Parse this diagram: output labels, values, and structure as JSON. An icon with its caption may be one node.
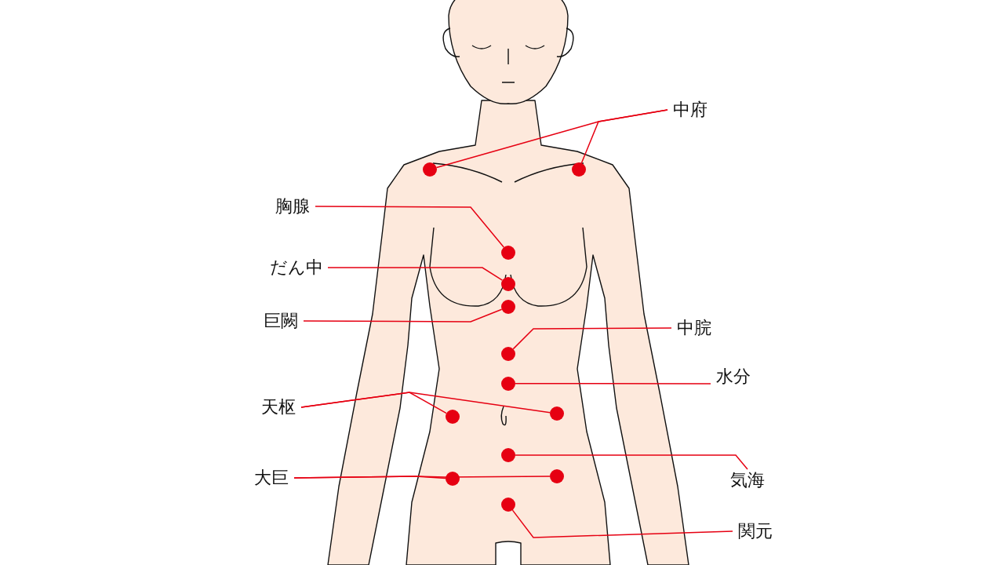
{
  "diagram": {
    "nodes": [
      {
        "text": [
          "中府"
        ]
      },
      {
        "text": [],
        "shape": "circle"
      },
      {
        "text": [],
        "shape": "circle"
      },
      {
        "text": [
          "胸腺"
        ]
      },
      {
        "text": [],
        "shape": "circle"
      },
      {
        "text": [
          "だん中"
        ]
      },
      {
        "text": [],
        "shape": "circle"
      },
      {
        "text": [
          "巨闕"
        ]
      },
      {
        "text": [],
        "shape": "circle"
      },
      {
        "text": [
          "中脘"
        ]
      },
      {
        "text": [],
        "shape": "circle"
      },
      {
        "text": [
          "水分"
        ]
      },
      {
        "text": [],
        "shape": "circle"
      },
      {
        "text": [
          "天枢"
        ]
      },
      {
        "text": [],
        "shape": "circle"
      },
      {
        "text": [],
        "shape": "circle"
      },
      {
        "text": [],
        "shape": "circle"
      },
      {
        "text": [
          "大巨"
        ]
      },
      {
        "text": [],
        "shape": "circle"
      },
      {
        "text": [],
        "shape": "circle"
      },
      {
        "text": [
          "気海"
        ]
      },
      {
        "text": [],
        "shape": "circle"
      },
      {
        "text": [
          "関元"
        ]
      }
    ],
    "edges": [
      {
        "from": 0,
        "to": 1,
        "arrow": "none"
      },
      {
        "from": 0,
        "to": 2,
        "arrow": "none"
      },
      {
        "from": 3,
        "to": 4,
        "arrow": "none"
      },
      {
        "from": 5,
        "to": 6,
        "arrow": "none"
      },
      {
        "from": 7,
        "to": 8,
        "arrow": "none"
      },
      {
        "from": 9,
        "to": 10,
        "arrow": "none"
      },
      {
        "from": 11,
        "to": 12,
        "arrow": "none"
      },
      {
        "from": 13,
        "to": 14,
        "arrow": "none"
      },
      {
        "from": 13,
        "to": 15,
        "arrow": "none"
      },
      {
        "from": 17,
        "to": 18,
        "arrow": "none"
      },
      {
        "from": 17,
        "to": 19,
        "arrow": "none"
      },
      {
        "from": 20,
        "to": 16,
        "arrow": "none"
      },
      {
        "from": 22,
        "to": 21,
        "arrow": "none"
      }
    ]
  }
}
